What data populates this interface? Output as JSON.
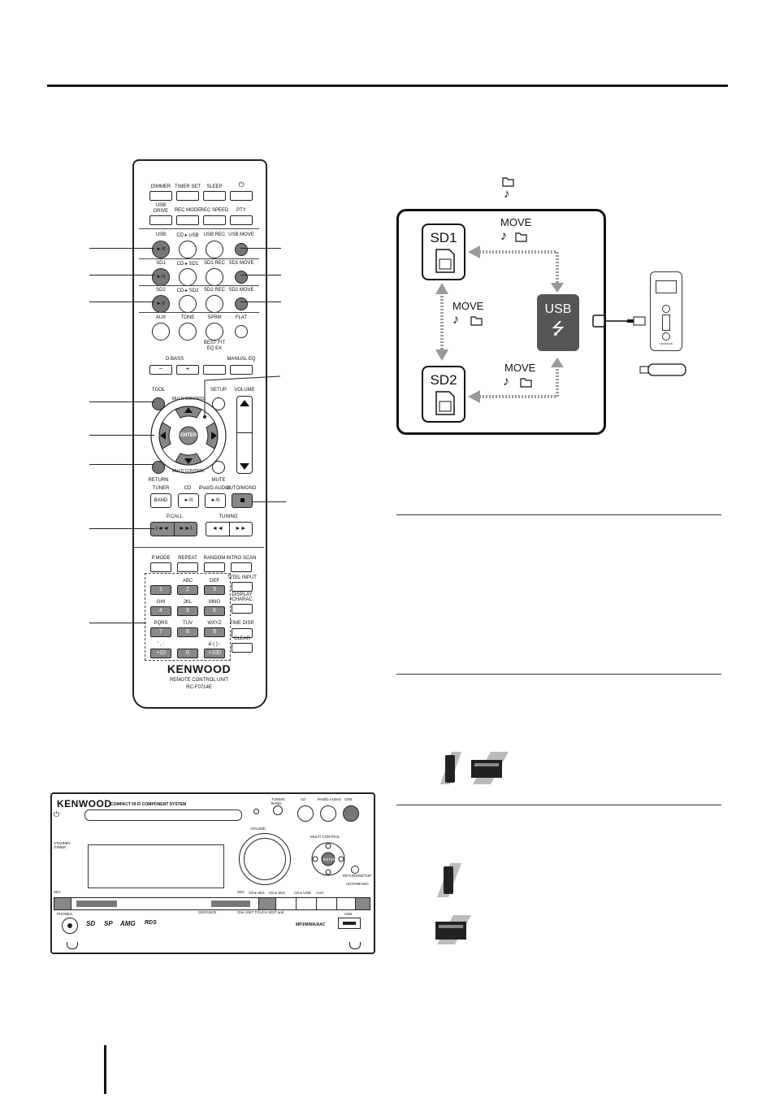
{
  "remote": {
    "row1": [
      "DIMMER",
      "TIMER SET",
      "SLEEP",
      "⏻"
    ],
    "row2": [
      "USB\nDRIVE",
      "REC MODE",
      "REC SPEED",
      "PTY"
    ],
    "usb_row": [
      "USB",
      "CD ▸ USB",
      "USB REC",
      "USB MOVE"
    ],
    "sd1_row": [
      "SD1",
      "CD ▸ SD1",
      "SD1 REC",
      "SD1 MOVE"
    ],
    "sd2_row": [
      "SD2",
      "CD ▸ SD2",
      "SD2 REC",
      "SD2 MOVE"
    ],
    "tone_row": [
      "AUX",
      "TONE",
      "SPRM",
      "FLAT"
    ],
    "dbass_label": "D-BASS",
    "bestfit_label": "BEST FIT\nEQ EX",
    "manualeq_label": "MANUAL EQ",
    "minus": "−",
    "plus": "+",
    "tool_label": "TOOL",
    "setup_label": "SETUP",
    "volume_label": "VOLUME",
    "enter_label": "ENTER",
    "multi_control": "MULTI CONTROL",
    "return_label": "RETURN",
    "mute_label": "MUTE",
    "tuner_label": "TUNER",
    "band_label": "BAND",
    "cd_label": "CD",
    "ipod_label": "iPod/D.AUDIO",
    "auto_mono_label": "AUTO/MONO",
    "play_pause": "►/II",
    "pcall_label": "P.CALL",
    "tuning_label": "TUNING",
    "function_row": [
      "P.MODE",
      "REPEAT",
      "RANDOM",
      "INTRO SCAN"
    ],
    "keypad": [
      {
        "letters": "",
        "num": "1"
      },
      {
        "letters": "ABC",
        "num": "2"
      },
      {
        "letters": "DEF",
        "num": "3"
      },
      {
        "letters": "GHI",
        "num": "4"
      },
      {
        "letters": "JKL",
        "num": "5"
      },
      {
        "letters": "MNO",
        "num": "6"
      },
      {
        "letters": "PQRS",
        "num": "7"
      },
      {
        "letters": "TUV",
        "num": "8"
      },
      {
        "letters": "WXYZ",
        "num": "9"
      },
      {
        "letters": "' , :",
        "num": "+10"
      },
      {
        "letters": "",
        "num": "0"
      },
      {
        "letters": "& ( ) -",
        "num": "+100"
      }
    ],
    "side_buttons": [
      "TITEL INPUT",
      "DISPLAY\n/CHARAC.",
      "TIME DISP.",
      "CLEAR"
    ],
    "brand": "KENWOOD",
    "unit_name": "REMOTE CONTROL UNIT",
    "model": "RC-F0714E"
  },
  "diagram": {
    "sd1": "SD1",
    "sd2": "SD2",
    "usb": "USB",
    "move": "MOVE",
    "music_icon": "♪",
    "folder_icon": "folder-icon",
    "device_brand": "KENWOOD"
  },
  "main_unit": {
    "brand": "KENWOOD",
    "subtitle": "COMPACT HI-FI COMPONENT SYSTEM",
    "volume": "VOLUME",
    "multi_control": "MULTI CONTROL",
    "enter": "ENTER",
    "standby": "STANDBY\n/TIMER",
    "tuner_band": "TUNER/\nBAND",
    "cd": "CD",
    "ipod": "iPod/D.AUDIO",
    "usb": "USB",
    "return_setup": "RETURN/SETUP",
    "auto_mono": "AUTO/MONO",
    "sd1_row": "SD1",
    "sd2_row": "SD2",
    "row_buttons": [
      "CD ▸ SD1",
      "CD ▸ SD2",
      "CD ▸ USB",
      "AUX"
    ],
    "distance": "DISTANCE",
    "phones": "PHONES",
    "logos": [
      "SD",
      "SP",
      "AMG",
      "RDS"
    ],
    "formats": "MP3/WMA/AAC",
    "usb_port": "USB",
    "bottom_label": "One UNIT TOUCH EDIT and"
  },
  "colors": {
    "dark_button": "#777777",
    "usb_box": "#555555",
    "rule": "#111111"
  }
}
